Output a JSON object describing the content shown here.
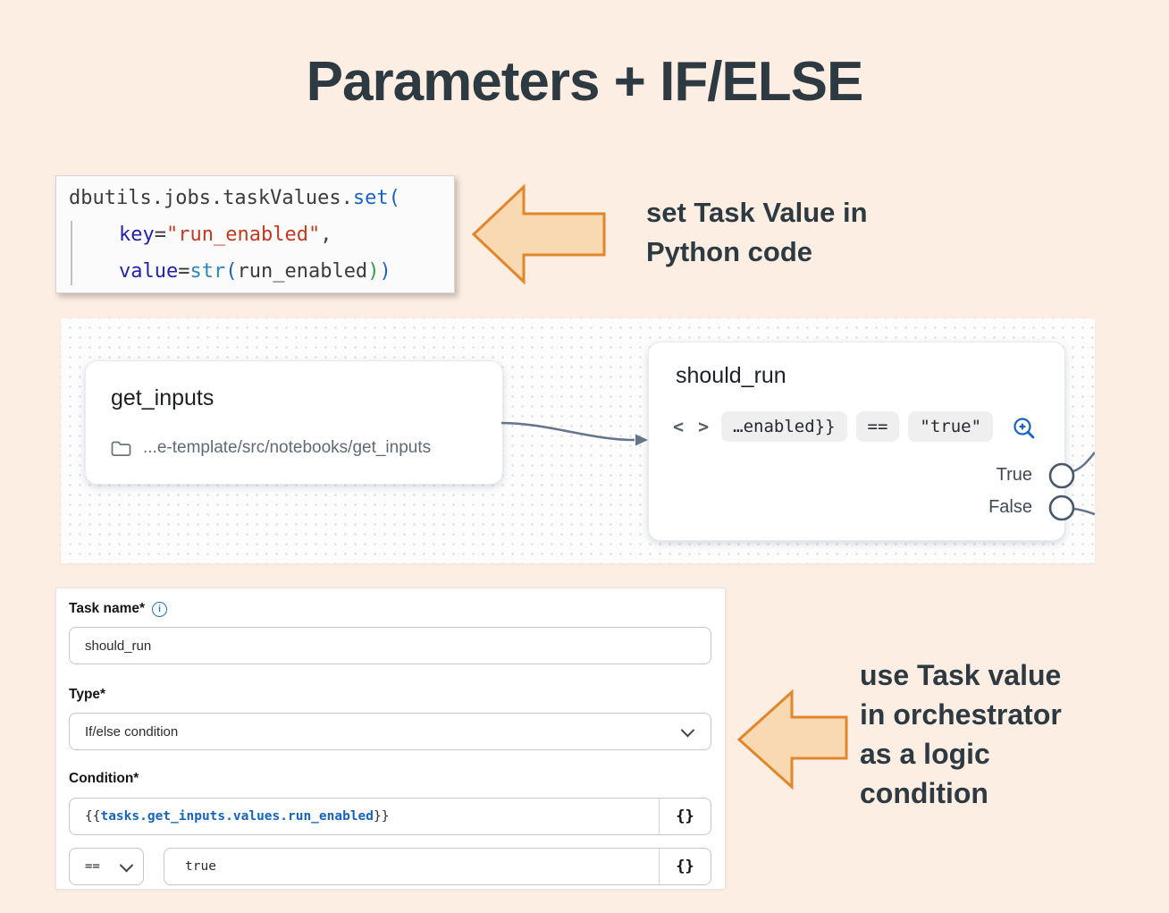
{
  "title": "Parameters + IF/ELSE",
  "colors": {
    "background": "#fdeee4",
    "accent_orange_border": "#e2862c",
    "arrow_fill": "#f8d9b2",
    "expression_blue": "#1565c0",
    "connector_gray": "#64748b",
    "title_text": "#2e3a41"
  },
  "code_snippet": {
    "line1": {
      "object_path": "dbutils.jobs.taskValues.",
      "method": "set",
      "open_paren": "("
    },
    "line2": {
      "param": "key",
      "equals": "=",
      "string_value": "\"run_enabled\"",
      "comma": ","
    },
    "line3": {
      "param": "value",
      "equals": "=",
      "function": "str",
      "open_paren": "(",
      "argument": "run_enabled",
      "close_inner": ")",
      "close_outer": ")"
    }
  },
  "annotations": {
    "set_task": {
      "lines": [
        "set Task Value in",
        "Python code"
      ]
    },
    "use_task": {
      "lines": [
        "use Task value",
        "in orchestrator",
        "as a logic",
        "condition"
      ]
    }
  },
  "workflow": {
    "get_inputs": {
      "title": "get_inputs",
      "path": "...e-template/src/notebooks/get_inputs"
    },
    "should_run": {
      "title": "should_run",
      "left_operand": "…enabled}}",
      "operator": "==",
      "right_operand": "\"true\"",
      "true_label": "True",
      "false_label": "False"
    }
  },
  "form": {
    "task_name_label": "Task name*",
    "task_name_value": "should_run",
    "type_label": "Type*",
    "type_value": "If/else condition",
    "condition_label": "Condition*",
    "condition_open": "{{",
    "condition_expression": "tasks.get_inputs.values.run_enabled",
    "condition_close": "}}",
    "insert_params_label": "{}",
    "operator_value": "==",
    "comparison_value": "true"
  },
  "icons": {
    "code_brackets": "< >",
    "info": "i"
  }
}
